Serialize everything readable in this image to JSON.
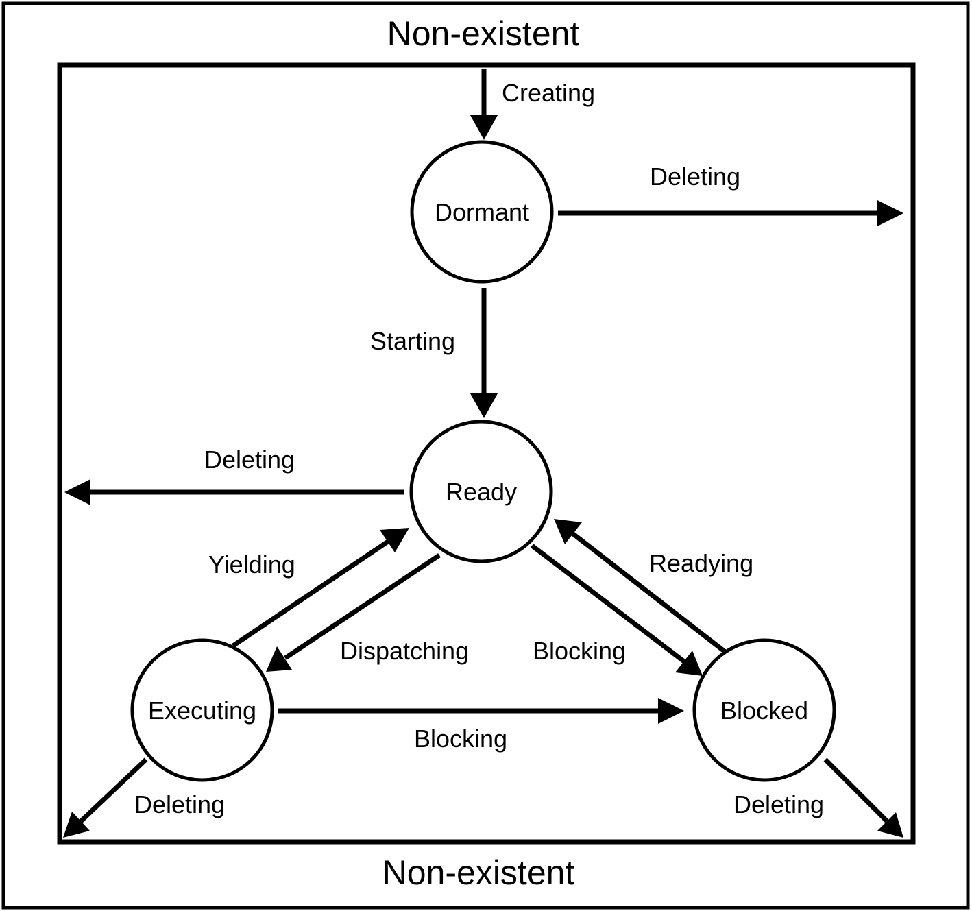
{
  "outer_region": {
    "label_top": "Non-existent",
    "label_bottom": "Non-existent"
  },
  "states": {
    "dormant": "Dormant",
    "ready": "Ready",
    "executing": "Executing",
    "blocked": "Blocked"
  },
  "transitions": {
    "creating": "Creating",
    "deleting_dormant": "Deleting",
    "starting": "Starting",
    "deleting_ready": "Deleting",
    "yielding": "Yielding",
    "dispatching": "Dispatching",
    "blocking_ready": "Blocking",
    "readying": "Readying",
    "blocking_executing": "Blocking",
    "deleting_executing": "Deleting",
    "deleting_blocked": "Deleting"
  }
}
